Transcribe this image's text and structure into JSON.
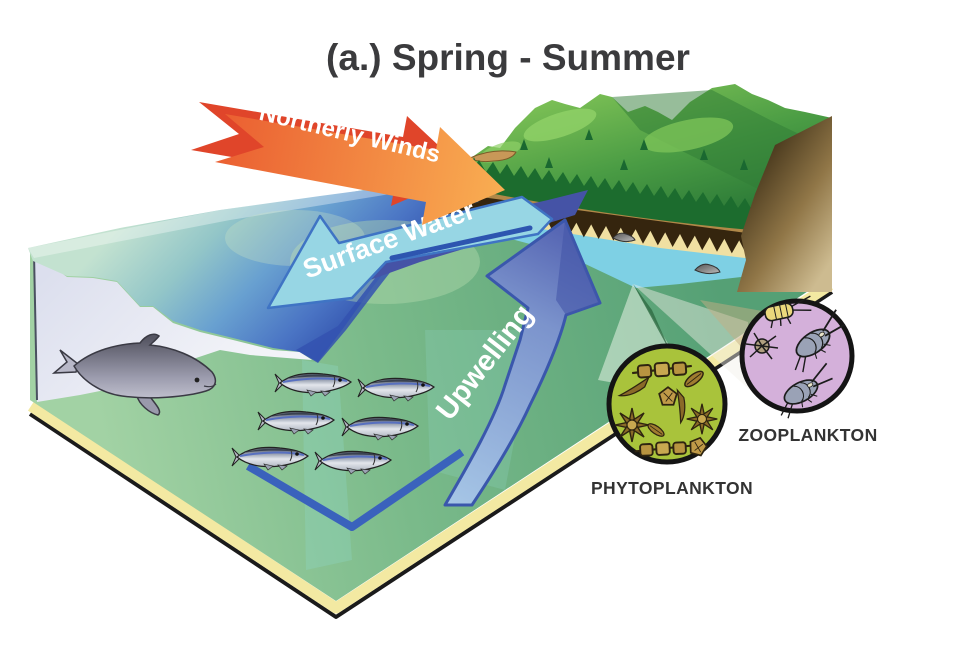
{
  "title": "(a.) Spring - Summer",
  "arrows": {
    "wind": {
      "label": "Northerly Winds",
      "color_red": "#e0452a",
      "color_orange": "#f9ae52"
    },
    "surface_water": {
      "label": "Surface Water",
      "color": "#97d6e4",
      "outline": "#3f74c4"
    },
    "upwelling": {
      "label": "Upwelling",
      "color": "#8fb4dc",
      "outline": "#3a57ac"
    }
  },
  "insets": {
    "phytoplankton": {
      "label": "PHYTOPLANKTON",
      "circle_color": "#a9c33b"
    },
    "zooplankton": {
      "label": "ZOOPLANKTON",
      "circle_color": "#d4b0da"
    }
  },
  "fauna": {
    "whale_count": 1,
    "fish_count": 6
  },
  "palette": {
    "ocean_deep": "#3150ac",
    "nearshore_water": "#7ed0e4",
    "sea_floor": "#7aba8a",
    "mountains": "#4a9c44",
    "sand_edge": "#f3e9a2",
    "cliff": "#b08848"
  }
}
